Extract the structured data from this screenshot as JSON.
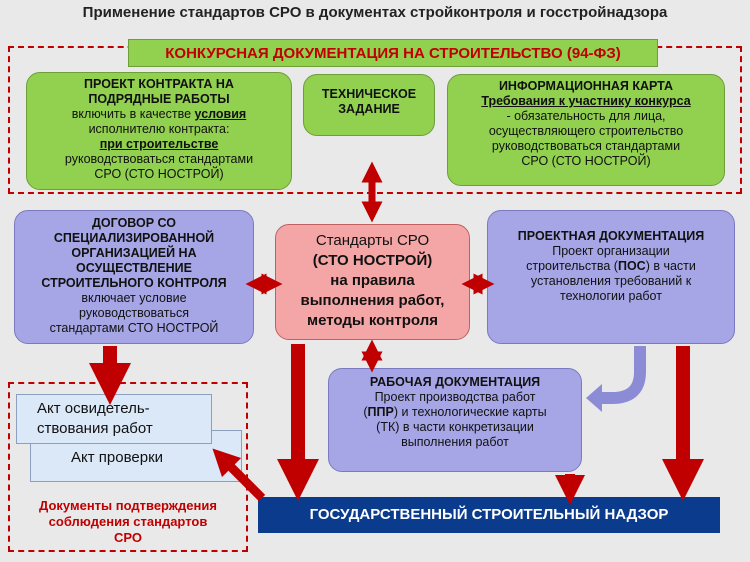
{
  "title": "Применение  стандартов СРО в  документах  стройконтроля и госстройнадзора",
  "tender": {
    "header": "КОНКУРСНАЯ ДОКУМЕНТАЦИЯ НА СТРОИТЕЛЬСТВО (94-ФЗ)",
    "contract": [
      "ПРОЕКТ КОНТРАКТА НА",
      "ПОДРЯДНЫЕ РАБОТЫ",
      "включить в качестве",
      "условия",
      "исполнителю контракта:",
      "при строительстве",
      "руководствоваться стандартами",
      "СРО (СТО НОСТРОЙ)"
    ],
    "tech_task": [
      "ТЕХНИЧЕСКОЕ",
      "ЗАДАНИЕ"
    ],
    "info_card": [
      "ИНФОРМАЦИОННАЯ КАРТА",
      "Требования к участнику конкурса",
      "- обязательность для лица,",
      "осуществляющего строительство",
      "руководствоваться стандартами",
      "СРО (СТО НОСТРОЙ)"
    ]
  },
  "agreement": [
    "ДОГОВОР СО",
    "СПЕЦИАЛИЗИРОВАННОЙ",
    "ОРГАНИЗАЦИЕЙ НА",
    "ОСУЩЕСТВЛЕНИЕ",
    "СТРОИТЕЛЬНОГО КОНТРОЛЯ",
    "включает условие",
    "руководствоваться",
    "стандартами СТО НОСТРОЙ"
  ],
  "standards": [
    "Стандарты СРО",
    "(СТО НОСТРОЙ)",
    "на правила",
    "выполнения работ,",
    "методы контроля"
  ],
  "project_doc": [
    "ПРОЕКТНАЯ ДОКУМЕНТАЦИЯ",
    "Проект организации",
    "строительства (",
    "ПОС",
    ") в части",
    "установления требований к",
    "технологии работ"
  ],
  "work_doc": [
    "РАБОЧАЯ ДОКУМЕНТАЦИЯ",
    "Проект производства  работ",
    "(",
    "ППР",
    ") и технологические  карты",
    "(ТК) в части конкретизации",
    "выполнения работ"
  ],
  "acts": {
    "inspection": [
      "Акт освидетель-",
      "ствования работ"
    ],
    "check": "Акт проверки",
    "caption": [
      "Документы подтверждения",
      "соблюдения стандартов",
      "СРО"
    ]
  },
  "supervision": "ГОСУДАРСТВЕННЫЙ СТРОИТЕЛЬНЫЙ НАДЗОР",
  "colors": {
    "green": "#92d050",
    "purple": "#a6a6e6",
    "pink": "#f4a6a6",
    "arrow": "#c00000",
    "navy": "#0b3b8c"
  }
}
